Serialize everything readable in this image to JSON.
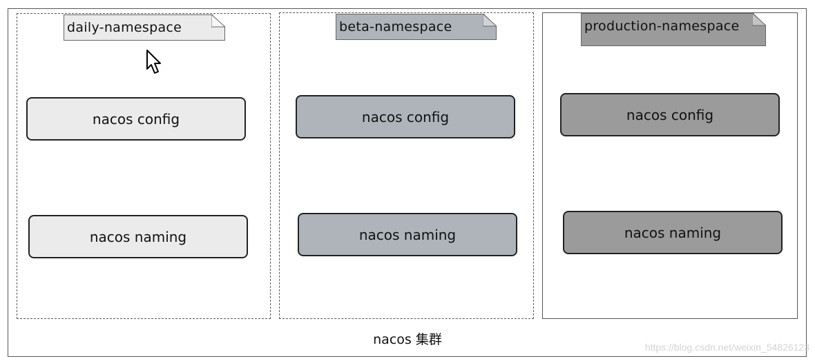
{
  "cluster": {
    "label": "nacos 集群"
  },
  "namespaces": [
    {
      "name": "daily-namespace",
      "border": "dashed",
      "color": "#ebebeb",
      "services": [
        "nacos config",
        "nacos naming"
      ]
    },
    {
      "name": "beta-namespace",
      "border": "dashed",
      "color": "#aeb4ba",
      "services": [
        "nacos config",
        "nacos naming"
      ]
    },
    {
      "name": "production-namespace",
      "border": "solid",
      "color": "#9b9b9b",
      "services": [
        "nacos config",
        "nacos naming"
      ]
    }
  ],
  "watermark": "https://blog.csdn.net/weixin_54826123",
  "cursor": "mouse-pointer-icon"
}
